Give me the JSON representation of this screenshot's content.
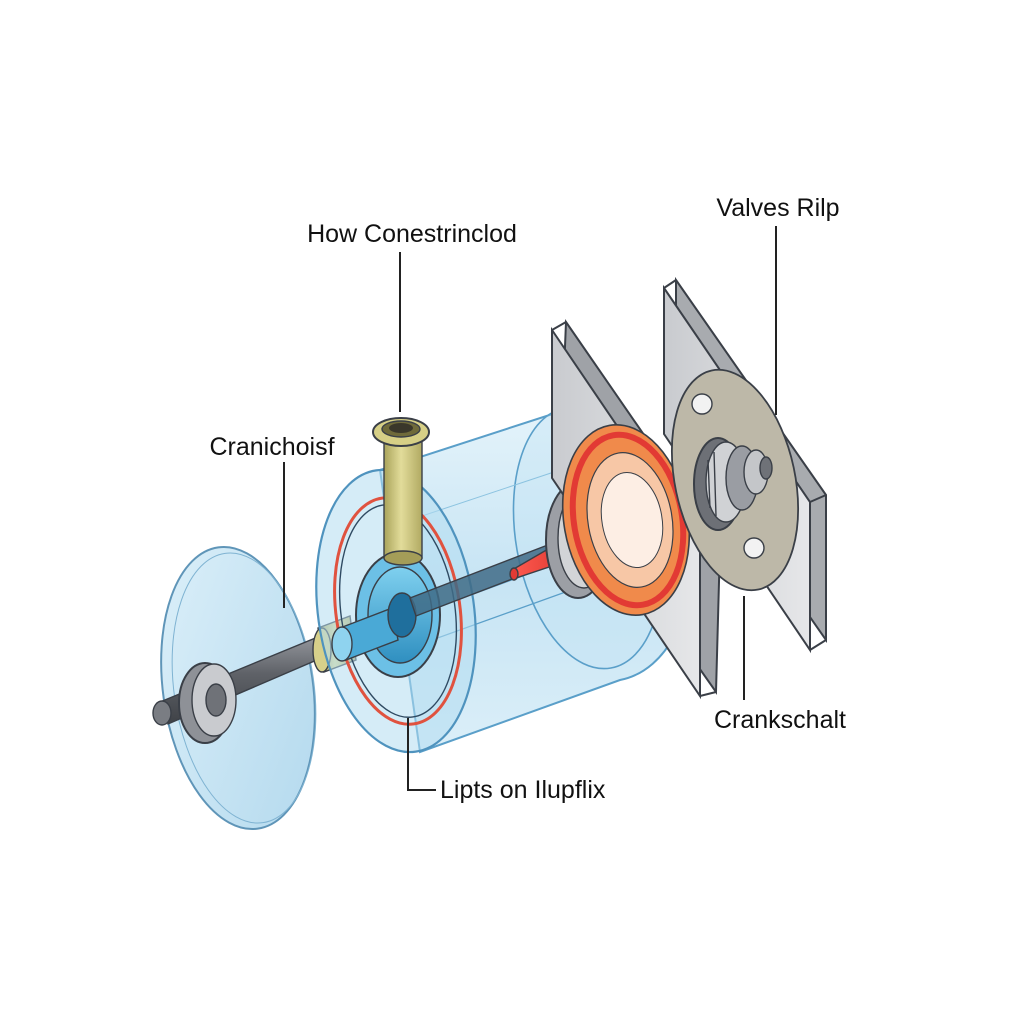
{
  "diagram": {
    "type": "exploded technical illustration",
    "labels": {
      "top_center": "How Conestrinclod",
      "top_right": "Valves Rilp",
      "left": "Cranichoisf",
      "right": "Crankschalt",
      "bottom": "Lipts on Ilupflix"
    },
    "colors": {
      "background": "#ffffff",
      "glass_blue": "#a9d6ee",
      "glass_edge": "#5a9fc9",
      "accent_red": "#e23a34",
      "accent_orange": "#f08a4b",
      "brass": "#c9c27a",
      "plate_gray": "#d7d9dc",
      "shaft_gray": "#6f7278",
      "gasket_tan": "#bdb8a8"
    }
  }
}
